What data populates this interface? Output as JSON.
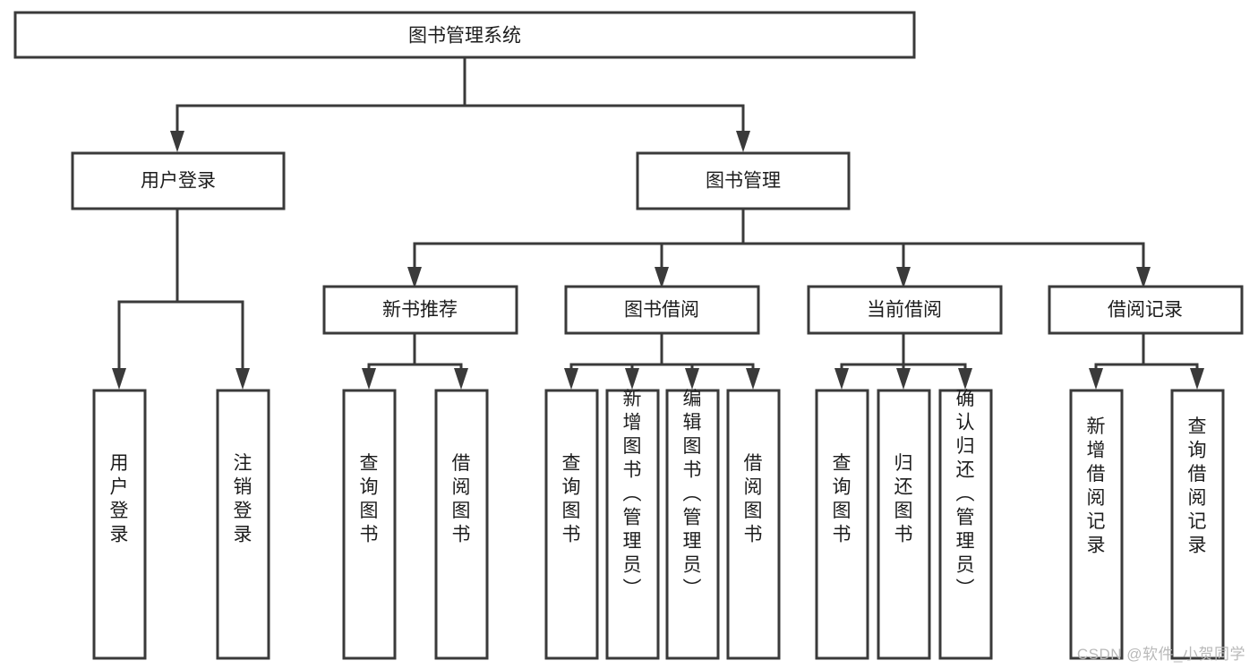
{
  "diagram": {
    "type": "tree",
    "title": "图书管理系统",
    "orientation": "top-down",
    "colors": {
      "stroke": "#3a3a3a",
      "fill": "#ffffff",
      "text": "#1d1d1d",
      "background": "#ffffff",
      "watermark": "#b9b9b9"
    },
    "root": {
      "label": "图书管理系统",
      "text_direction": "horizontal"
    },
    "level2": [
      {
        "label": "用户登录",
        "text_direction": "horizontal"
      },
      {
        "label": "图书管理",
        "text_direction": "horizontal"
      }
    ],
    "level3": [
      {
        "label": "新书推荐",
        "text_direction": "horizontal",
        "parent": "图书管理"
      },
      {
        "label": "图书借阅",
        "text_direction": "horizontal",
        "parent": "图书管理"
      },
      {
        "label": "当前借阅",
        "text_direction": "horizontal",
        "parent": "图书管理"
      },
      {
        "label": "借阅记录",
        "text_direction": "horizontal",
        "parent": "图书管理"
      }
    ],
    "leaves": {
      "用户登录": [
        {
          "label": "用户登录",
          "text_direction": "vertical"
        },
        {
          "label": "注销登录",
          "text_direction": "vertical"
        }
      ],
      "新书推荐": [
        {
          "label": "查询图书",
          "text_direction": "vertical"
        },
        {
          "label": "借阅图书",
          "text_direction": "vertical"
        }
      ],
      "图书借阅": [
        {
          "label": "查询图书",
          "text_direction": "vertical"
        },
        {
          "label": "新增图书（管理员）",
          "text_direction": "vertical"
        },
        {
          "label": "编辑图书（管理员）",
          "text_direction": "vertical"
        },
        {
          "label": "借阅图书",
          "text_direction": "vertical"
        }
      ],
      "当前借阅": [
        {
          "label": "查询图书",
          "text_direction": "vertical"
        },
        {
          "label": "归还图书",
          "text_direction": "vertical"
        },
        {
          "label": "确认归还（管理员）",
          "text_direction": "vertical"
        }
      ],
      "借阅记录": [
        {
          "label": "新增借阅记录",
          "text_direction": "vertical"
        },
        {
          "label": "查询借阅记录",
          "text_direction": "vertical"
        }
      ]
    }
  },
  "watermark": {
    "text": "CSDN @软件_小贺同学"
  }
}
